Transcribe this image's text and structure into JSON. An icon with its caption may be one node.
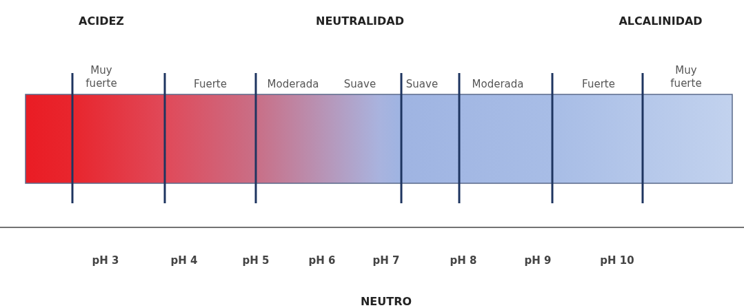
{
  "diagram": {
    "labels": [
      "ACIDEZ",
      "NEUTRALIDAD",
      "ALCALINIDAD",
      "Muy fuerte",
      "Fuerte",
      "Moderada",
      "Suave",
      "Suave",
      "Moderada",
      "Fuerte",
      "Muy fuerte",
      "pH 3",
      "pH 4",
      "pH 5",
      "pH 6",
      "pH 7",
      "pH 8",
      "pH 9",
      "pH 10",
      "NEUTRO"
    ]
  }
}
